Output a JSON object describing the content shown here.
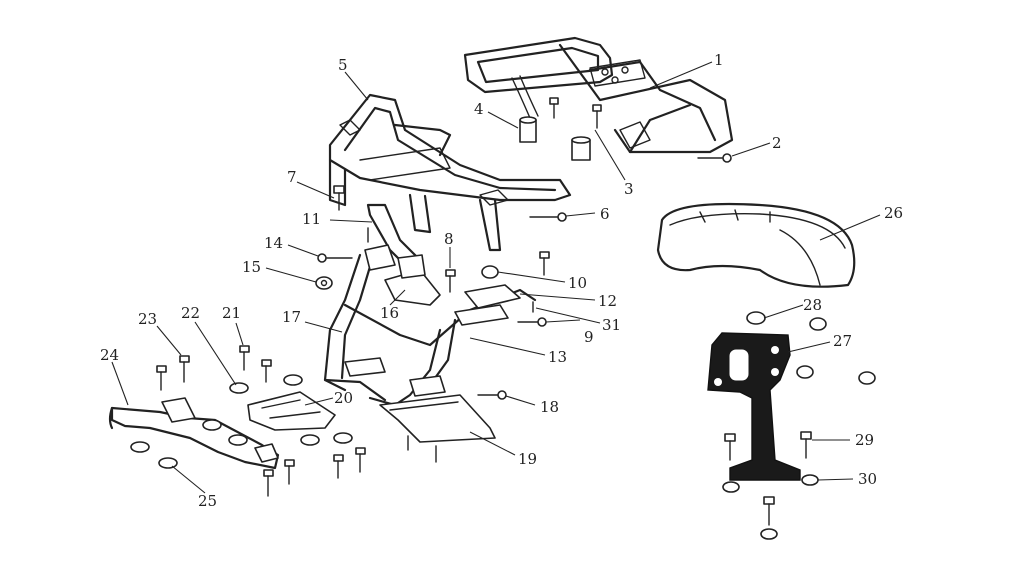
{
  "callouts": [
    {
      "id": "1",
      "label": "1"
    },
    {
      "id": "2",
      "label": "2"
    },
    {
      "id": "3",
      "label": "3"
    },
    {
      "id": "4",
      "label": "4"
    },
    {
      "id": "5",
      "label": "5"
    },
    {
      "id": "6",
      "label": "6"
    },
    {
      "id": "7",
      "label": "7"
    },
    {
      "id": "8",
      "label": "8"
    },
    {
      "id": "9",
      "label": "9"
    },
    {
      "id": "10",
      "label": "10"
    },
    {
      "id": "11",
      "label": "11"
    },
    {
      "id": "12",
      "label": "12"
    },
    {
      "id": "13",
      "label": "13"
    },
    {
      "id": "14",
      "label": "14"
    },
    {
      "id": "15",
      "label": "15"
    },
    {
      "id": "16",
      "label": "16"
    },
    {
      "id": "17",
      "label": "17"
    },
    {
      "id": "18",
      "label": "18"
    },
    {
      "id": "19",
      "label": "19"
    },
    {
      "id": "20",
      "label": "20"
    },
    {
      "id": "21",
      "label": "21"
    },
    {
      "id": "22",
      "label": "22"
    },
    {
      "id": "23",
      "label": "23"
    },
    {
      "id": "24",
      "label": "24"
    },
    {
      "id": "25",
      "label": "25"
    },
    {
      "id": "26",
      "label": "26"
    },
    {
      "id": "27",
      "label": "27"
    },
    {
      "id": "28",
      "label": "28"
    },
    {
      "id": "29",
      "label": "29"
    },
    {
      "id": "30",
      "label": "30"
    },
    {
      "id": "31",
      "label": "31"
    }
  ],
  "colors": {
    "line": "#222222",
    "background": "#ffffff",
    "bracket": "#1a1a1a"
  }
}
